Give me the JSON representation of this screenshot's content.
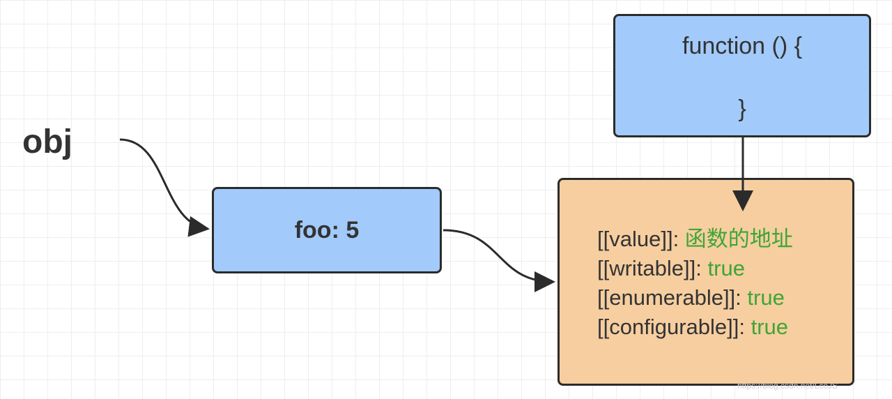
{
  "diagram": {
    "obj_label": "obj",
    "function_box": {
      "line1": "function () {",
      "line2": "}"
    },
    "property_box": {
      "text": "foo: 5"
    },
    "descriptor_box": {
      "rows": [
        {
          "key": "[[value]]",
          "sep": ": ",
          "value": "函数的地址"
        },
        {
          "key": "[[writable]]",
          "sep": ": ",
          "value": "true"
        },
        {
          "key": "[[enumerable]]",
          "sep": ": ",
          "value": "true"
        },
        {
          "key": "[[configurable]]",
          "sep": ": ",
          "value": "true"
        }
      ]
    },
    "watermark": "https://blog.csdn.net/LcoJS"
  },
  "colors": {
    "box_blue": "#a2cafa",
    "box_orange": "#f6cea0",
    "value_green": "#3fa536",
    "stroke": "#2b2b2b"
  }
}
